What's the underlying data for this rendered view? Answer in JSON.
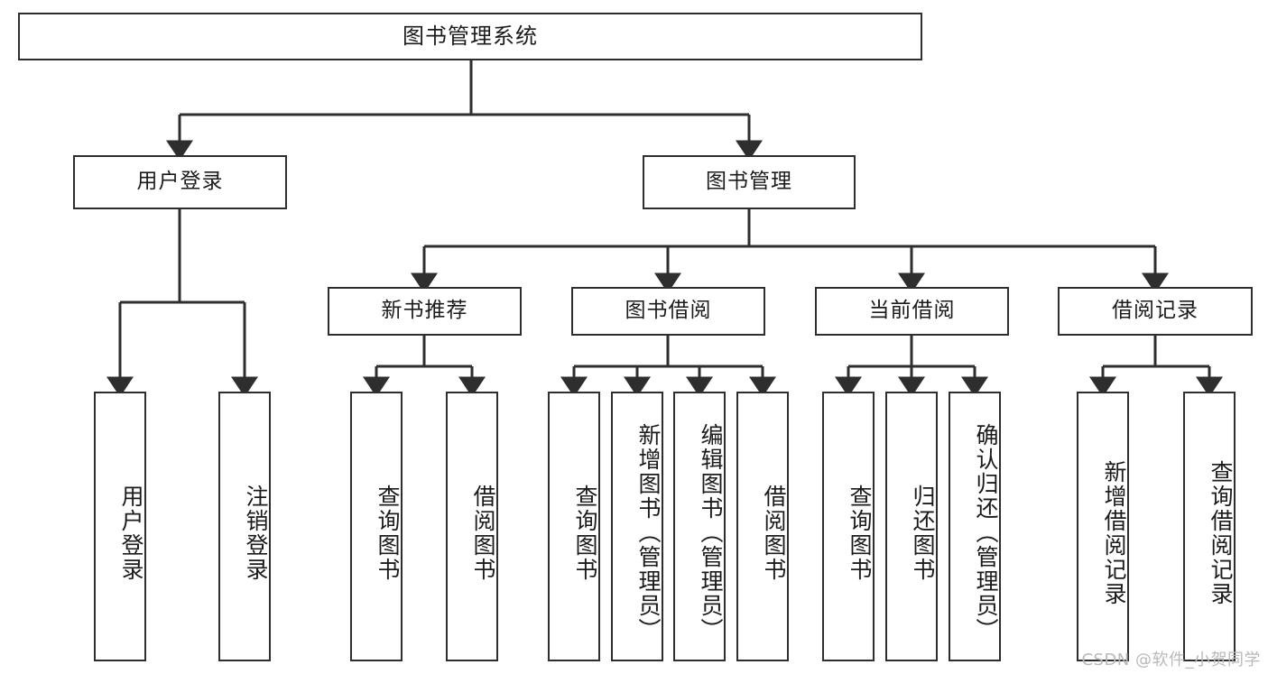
{
  "diagram": {
    "title": "图书管理系统",
    "type": "功能结构图",
    "watermark": "CSDN @软件_小贺同学",
    "colors": {
      "box_border": "#2e2e2e",
      "box_fill": "#ffffff",
      "connector": "#2e2e2e",
      "text": "#1b1b1b",
      "watermark": "#b9b9b9",
      "background": "#ffffff"
    },
    "root": {
      "label": "图书管理系统"
    },
    "level1": [
      {
        "label": "用户登录"
      },
      {
        "label": "图书管理"
      }
    ],
    "level2": [
      {
        "label": "新书推荐"
      },
      {
        "label": "图书借阅"
      },
      {
        "label": "当前借阅"
      },
      {
        "label": "借阅记录"
      }
    ],
    "leaves": {
      "user_login": [
        {
          "label": "用户登录"
        },
        {
          "label": "注销登录"
        }
      ],
      "new_book_recommend": [
        {
          "label": "查询图书"
        },
        {
          "label": "借阅图书"
        }
      ],
      "book_borrow": [
        {
          "label": "查询图书"
        },
        {
          "label": "新增图书（管理员）"
        },
        {
          "label": "编辑图书（管理员）"
        },
        {
          "label": "借阅图书"
        }
      ],
      "current_borrow": [
        {
          "label": "查询图书"
        },
        {
          "label": "归还图书"
        },
        {
          "label": "确认归还（管理员）"
        }
      ],
      "borrow_records": [
        {
          "label": "新增借阅记录"
        },
        {
          "label": "查询借阅记录"
        }
      ]
    }
  }
}
